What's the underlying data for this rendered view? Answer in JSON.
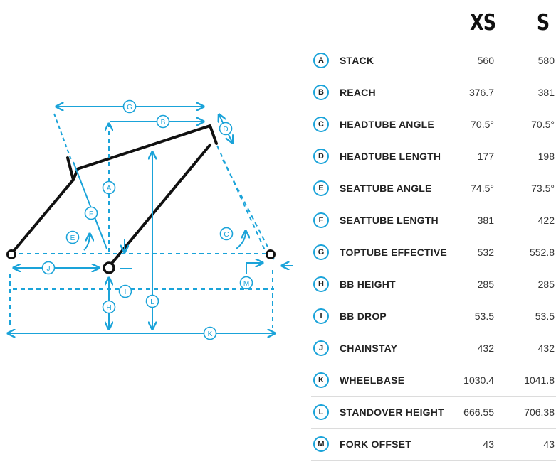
{
  "colors": {
    "accent": "#1aa3d9",
    "frame": "#111111",
    "divider": "#dcdcdc"
  },
  "table": {
    "size_headers": [
      "XS",
      "S"
    ],
    "rows": [
      {
        "letter": "A",
        "label": "STACK",
        "xs": "560",
        "s": "580"
      },
      {
        "letter": "B",
        "label": "REACH",
        "xs": "376.7",
        "s": "381"
      },
      {
        "letter": "C",
        "label": "HEADTUBE ANGLE",
        "xs": "70.5°",
        "s": "70.5°"
      },
      {
        "letter": "D",
        "label": "HEADTUBE LENGTH",
        "xs": "177",
        "s": "198"
      },
      {
        "letter": "E",
        "label": "SEATTUBE ANGLE",
        "xs": "74.5°",
        "s": "73.5°"
      },
      {
        "letter": "F",
        "label": "SEATTUBE LENGTH",
        "xs": "381",
        "s": "422"
      },
      {
        "letter": "G",
        "label": "TOPTUBE EFFECTIVE",
        "xs": "532",
        "s": "552.8"
      },
      {
        "letter": "H",
        "label": "BB HEIGHT",
        "xs": "285",
        "s": "285"
      },
      {
        "letter": "I",
        "label": "BB DROP",
        "xs": "53.5",
        "s": "53.5"
      },
      {
        "letter": "J",
        "label": "CHAINSTAY",
        "xs": "432",
        "s": "432"
      },
      {
        "letter": "K",
        "label": "WHEELBASE",
        "xs": "1030.4",
        "s": "1041.8"
      },
      {
        "letter": "L",
        "label": "STANDOVER HEIGHT",
        "xs": "666.55",
        "s": "706.38"
      },
      {
        "letter": "M",
        "label": "FORK OFFSET",
        "xs": "43",
        "s": "43"
      }
    ]
  },
  "diagram": {
    "markers": [
      "G",
      "B",
      "D",
      "A",
      "F",
      "E",
      "C",
      "J",
      "M",
      "I",
      "H",
      "L",
      "K"
    ]
  }
}
